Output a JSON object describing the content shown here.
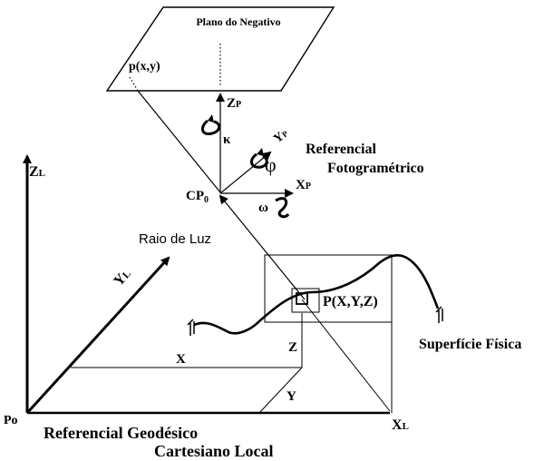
{
  "diagram": {
    "plane_title": "Plano do Negativo",
    "image_point": "p(x,y)",
    "zp_label": "ZP",
    "yp_label": "YP",
    "xp_label": "XP",
    "kappa": "κ",
    "phi": "φ",
    "omega": "ω",
    "cp_label": "CP0",
    "photogrammetric_frame": [
      "Referencial",
      "Fotogramétrico"
    ],
    "light_ray": "Raio de Luz",
    "zl_label": "ZL",
    "yl_label": "YL",
    "xl_label": "XL",
    "origin": "Po",
    "ground_point": "P(X,Y,Z)",
    "x_label": "X",
    "y_label": "Y",
    "z_label": "Z",
    "surface_label": "Superfície Física",
    "geodetic_frame": [
      "Referencial Geodésico",
      "Cartesiano Local"
    ]
  }
}
